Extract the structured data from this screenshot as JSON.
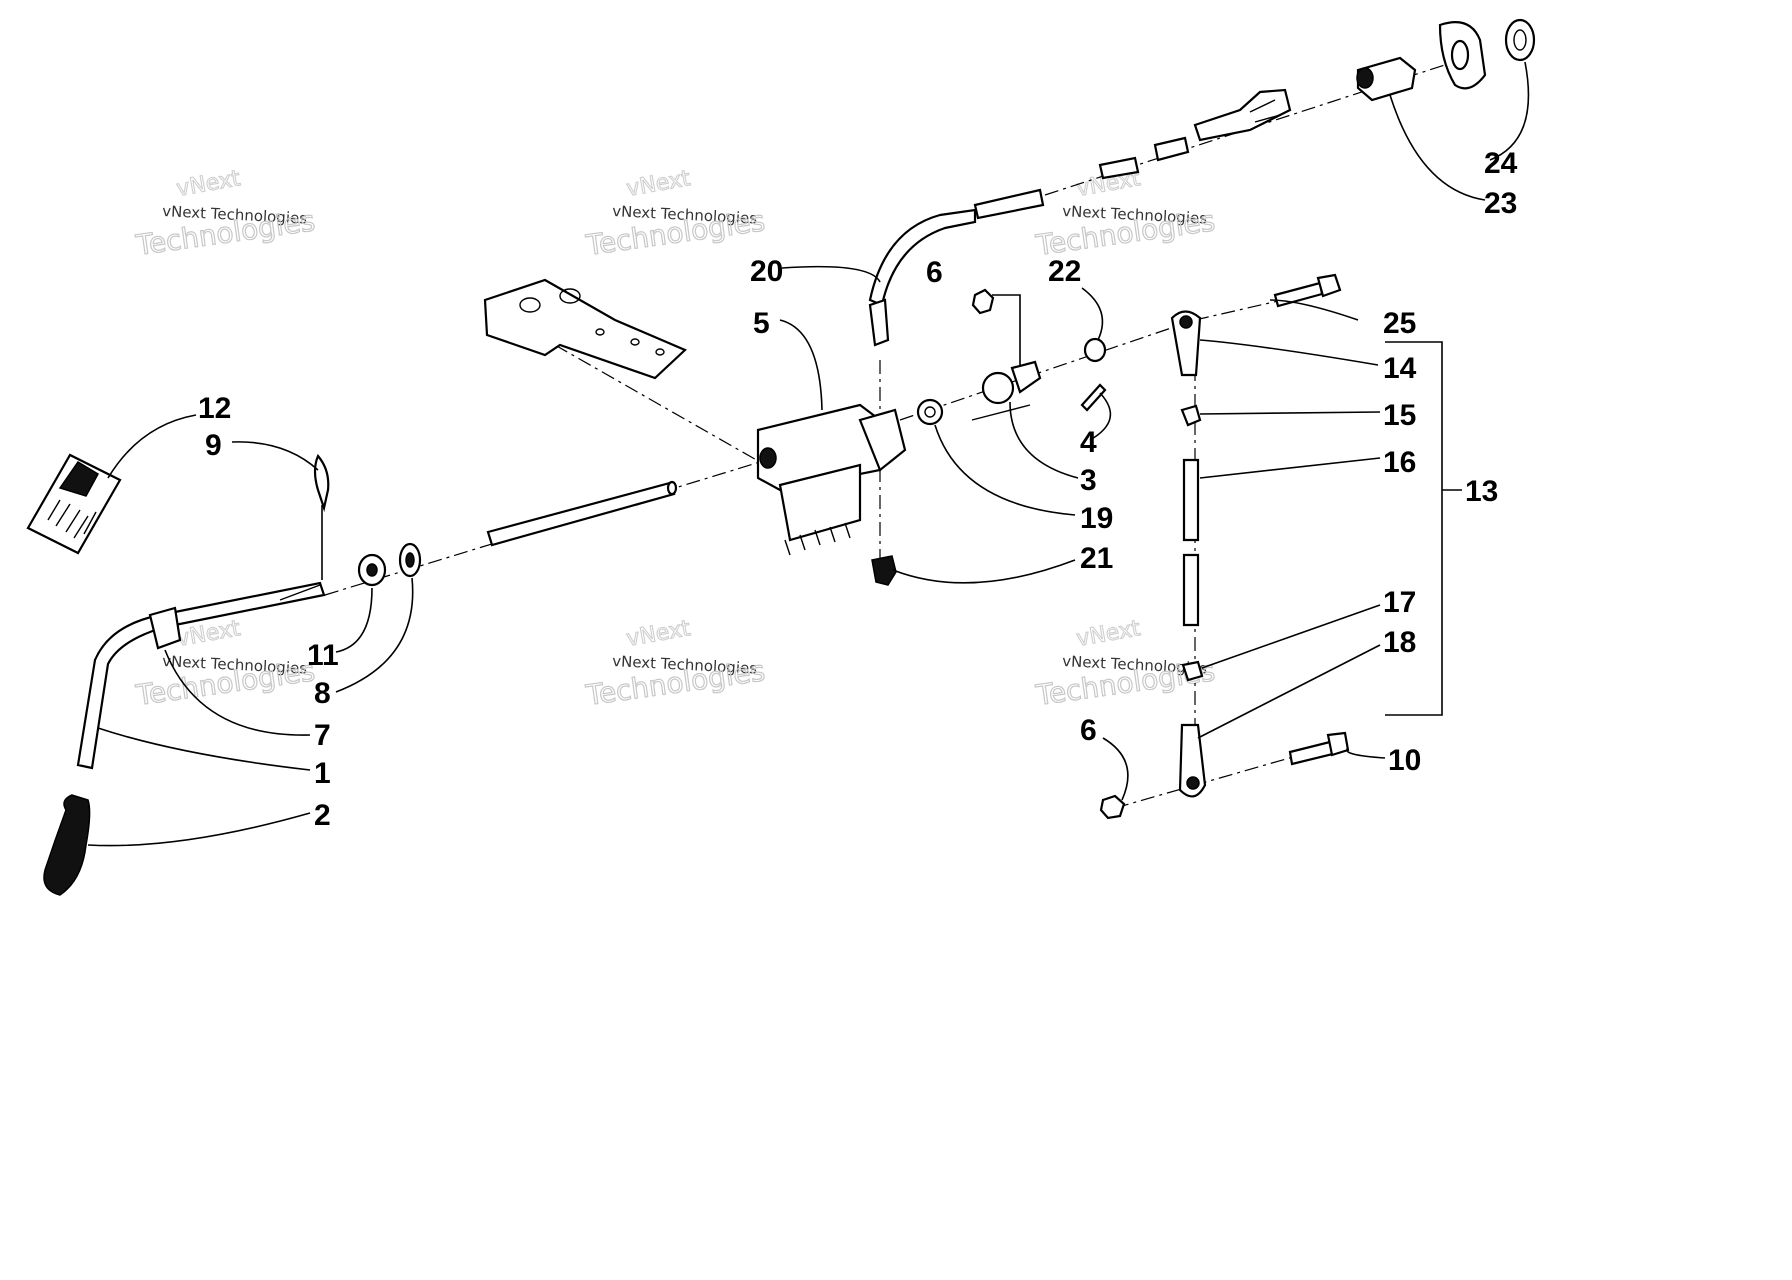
{
  "watermark": {
    "line1": "vNext Technologies",
    "line2": "Technologies",
    "top": "vNext"
  },
  "callouts": {
    "c1": "1",
    "c2": "2",
    "c3": "3",
    "c4": "4",
    "c5": "5",
    "c6a": "6",
    "c6b": "6",
    "c7": "7",
    "c8": "8",
    "c9": "9",
    "c10": "10",
    "c11": "11",
    "c12": "12",
    "c13": "13",
    "c14": "14",
    "c15": "15",
    "c16": "16",
    "c17": "17",
    "c18": "18",
    "c19": "19",
    "c20": "20",
    "c21": "21",
    "c22": "22",
    "c23": "23",
    "c24": "24",
    "c25": "25"
  }
}
